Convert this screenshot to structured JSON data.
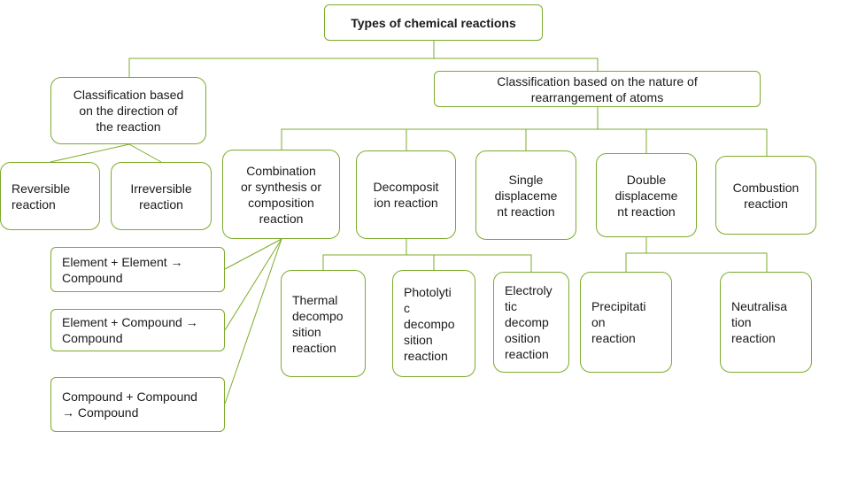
{
  "root": "Types of chemical reactions",
  "direction": {
    "label": "Classification based\non the direction of\nthe reaction",
    "children": [
      "Reversible\nreaction",
      "Irreversible\nreaction"
    ]
  },
  "nature": {
    "label": "Classification based on the nature of\nrearrangement of atoms",
    "children": [
      "Combination\nor synthesis or\ncomposition\nreaction",
      "Decomposit\nion reaction",
      "Single\ndisplaceme\nnt reaction",
      "Double\ndisplaceme\nnt reaction",
      "Combustion\nreaction"
    ]
  },
  "combination_types": [
    "Element + Element →\nCompound",
    "Element + Compound →\nCompound",
    "Compound + Compound\n→ Compound"
  ],
  "decomposition_types": [
    "Thermal\ndecompo\nsition\nreaction",
    "Photolyti\nc\ndecompo\nsition\nreaction",
    "Electroly\ntic\ndecomp\nosition\nreaction"
  ],
  "double_displacement_types": [
    "Precipitati\non\nreaction",
    "Neutralisa\ntion\nreaction"
  ],
  "colors": {
    "border": "#7cab2c",
    "text": "#1a1a1a",
    "background": "#ffffff"
  }
}
